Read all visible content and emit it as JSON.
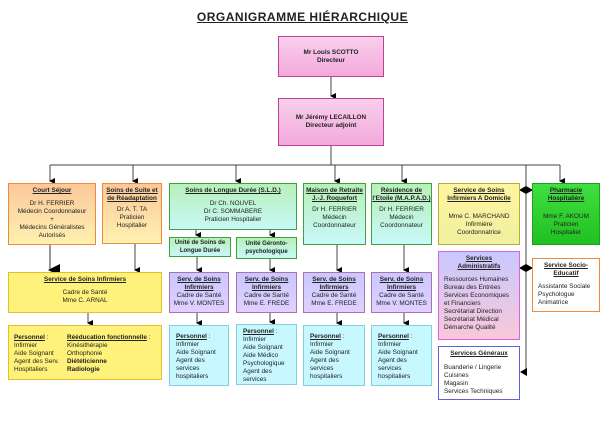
{
  "title": "ORGANIGRAMME HIÉRARCHIQUE",
  "director": {
    "name": "Mr Louis SCOTTO",
    "role": "Directeur"
  },
  "adjoint": {
    "name": "Mr Jérémy LECAILLON",
    "role": "Directeur adjoint"
  },
  "court_sejour": {
    "title": "Court Séjour",
    "l1": "Dr H. FERRIER",
    "l2": "Médecin Coordonnateur",
    "l3": "+",
    "l4": "Médecins Généralistes",
    "l5": "Autorisés"
  },
  "ssr": {
    "title": "Soins de Suite et de Réadaptation",
    "l1": "Dr A. T. TA",
    "l2": "Praticien",
    "l3": "Hospitalier"
  },
  "sld": {
    "title": "Soins de Longue Durée (S.L.D.)",
    "l1": "Dr Ch. NOUVEL",
    "l2": "Dr C. SOMMABERE",
    "l3": "Praticien Hospitalier"
  },
  "unite_sld": "Unité de Soins de Longue Durée",
  "unite_geronto": "Unité Géronto-psychologique",
  "maison": {
    "title": "Maison de Retraite J.-J. Roquefort",
    "l1": "Dr H. FERRIER",
    "l2": "Médecin",
    "l3": "Coordonnateur"
  },
  "residence": {
    "title": "Résidence de l'Etoile (M.A.P.A.D.)",
    "l1": "Dr H. FERRIER",
    "l2": "Médecin",
    "l3": "Coordonnateur"
  },
  "ssiad": {
    "title": "Service de Soins Infirmiers A Domicile",
    "l1": "Mme C. MARCHAND",
    "l2": "Infirmière",
    "l3": "Coordonnatrice"
  },
  "pharmacie": {
    "title": "Pharmacie Hospitalière",
    "l1": "Mme F. AKOUM",
    "l2": "Praticien",
    "l3": "Hospitalier"
  },
  "ssi_main": {
    "title": "Service de Soins Infirmiers",
    "l1": "Cadre de Santé",
    "l2": "Mme C. ARNAL"
  },
  "serv_si": [
    {
      "title": "Serv. de Soins Infirmiers",
      "l1": "Cadre de Santé",
      "l2": "Mme V. MONTES"
    },
    {
      "title": "Serv. de Soins Infirmiers",
      "l1": "Cadre de Santé",
      "l2": "Mme E. FREDE"
    },
    {
      "title": "Serv. de Soins Infirmiers",
      "l1": "Cadre de Santé",
      "l2": "Mme E. FREDE"
    },
    {
      "title": "Serv. de Soins Infirmiers",
      "l1": "Cadre de Santé",
      "l2": "Mme V. MONTES"
    }
  ],
  "personnel_main": {
    "title": "Personnel",
    "colon": " :",
    "items": [
      "Infirmier",
      "Aide Soignant",
      "Agent des Serv.",
      "Hospitaliers"
    ],
    "reed_title": "Rééducation fonctionnelle",
    "reed_items": [
      "Kinésithérapie",
      "Orthophonie"
    ],
    "reed_bold": [
      "Diététicienne",
      "Radiologie"
    ]
  },
  "personnel": [
    {
      "title": "Personnel",
      "colon": " :",
      "items": [
        "Infirmier",
        "Aide Soignant",
        "Agent des",
        "services",
        "hospitaliers"
      ]
    },
    {
      "title": "Personnel",
      "colon": " :",
      "items": [
        "Infirmier",
        "Aide Soignant",
        "Aide Médico",
        "Psychologique",
        "Agent des",
        "services"
      ]
    },
    {
      "title": "Personnel",
      "colon": " :",
      "items": [
        "Infirmier",
        "Aide Soignant",
        "Agent des",
        "services",
        "hospitaliers"
      ]
    },
    {
      "title": "Personnel",
      "colon": " :",
      "items": [
        "Infirmier",
        "Aide Soignant",
        "Agent des",
        "services",
        "hospitaliers"
      ]
    }
  ],
  "admin": {
    "title": "Services Administratifs",
    "items": [
      "Ressources Humaines",
      "Bureau des Entrées",
      "Services Economiques",
      "et Financiers",
      "Secrétariat Direction",
      "Secrétariat Médical",
      "Démarche Qualité"
    ]
  },
  "socio": {
    "title": "Service Socio-Educatif",
    "items": [
      "Assistante Sociale",
      "Psychologue",
      "Animatrice"
    ]
  },
  "generaux": {
    "title": "Services Généraux",
    "items": [
      "Buanderie / Lingerie",
      "Cuisines",
      "Magasin",
      "Services Techniques"
    ]
  }
}
